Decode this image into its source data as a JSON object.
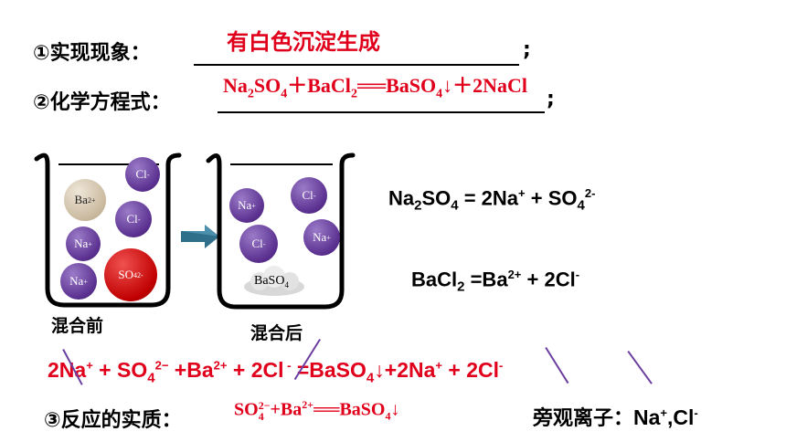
{
  "q1": {
    "label": "①实现现象：",
    "answer": "有白色沉淀生成",
    "end": ";"
  },
  "q2": {
    "label": "②化学方程式：",
    "end": ";",
    "equation": {
      "p1": "Na",
      "s1": "2",
      "p2": "SO",
      "s2": "4",
      "p3": "＋BaCl",
      "s3": "2",
      "p4": "══BaSO",
      "s4": "4",
      "p5": "↓＋2NaCl"
    }
  },
  "beaker_before": {
    "caption": "混合前",
    "ions": [
      {
        "base": "Cl",
        "sup": "-"
      },
      {
        "base": "Ba",
        "sup": "2+"
      },
      {
        "base": "Cl",
        "sup": "-"
      },
      {
        "base": "Na",
        "sup": "+"
      },
      {
        "base": "Na",
        "sup": "+"
      },
      {
        "base": "SO",
        "sub": "4",
        "sup": "2-"
      }
    ]
  },
  "beaker_after": {
    "caption": "混合后",
    "ions": [
      {
        "base": "Na",
        "sup": "+"
      },
      {
        "base": "Cl",
        "sup": "-"
      },
      {
        "base": "Cl",
        "sup": "-"
      },
      {
        "base": "Na",
        "sup": "+"
      }
    ],
    "precipitate": {
      "base": "BaSO",
      "sub": "4"
    }
  },
  "ionization": {
    "na2so4": {
      "a": "Na",
      "a_sub": "2",
      "b": "SO",
      "b_sub": "4",
      "rhs1": " = 2Na",
      "rhs1_sup": "+",
      "rhs2": " + SO",
      "rhs2_sub": "4",
      "rhs2_sup": "2-"
    },
    "bacl2": {
      "a": "BaCl",
      "a_sub": "2",
      "rhs1": " =Ba",
      "rhs1_sup": "2+",
      "rhs2": " + 2Cl",
      "rhs2_sup": "-"
    }
  },
  "ionic_eq": {
    "t1": "2Na",
    "t1_sup": "+",
    "t2": " + SO",
    "t2_sub": "4",
    "t2_sup": "2−",
    "t3": " +Ba",
    "t3_sup": "2+",
    "t4": "  + 2Cl",
    "t4_sup": " -",
    "t5": " =BaSO",
    "t5_sub": "4",
    "t6": "↓+2Na",
    "t6_sup": "+",
    "t7": " + 2Cl",
    "t7_sup": "-"
  },
  "q3": {
    "label": "③反应的实质：",
    "eq": {
      "a": "SO",
      "a_sub": "4",
      "a_sup": "2−",
      "b": "+Ba",
      "b_sup": "2+",
      "c": "══BaSO",
      "c_sub": "4",
      "d": "↓"
    }
  },
  "spectator": {
    "label": "旁观离子：",
    "value": "Na",
    "value_sup": "+",
    "value2": ",Cl",
    "value2_sup": "-"
  },
  "colors": {
    "red": "#e0001b",
    "purple": "#5a2f8f",
    "arrow": "#2f6f8a"
  }
}
